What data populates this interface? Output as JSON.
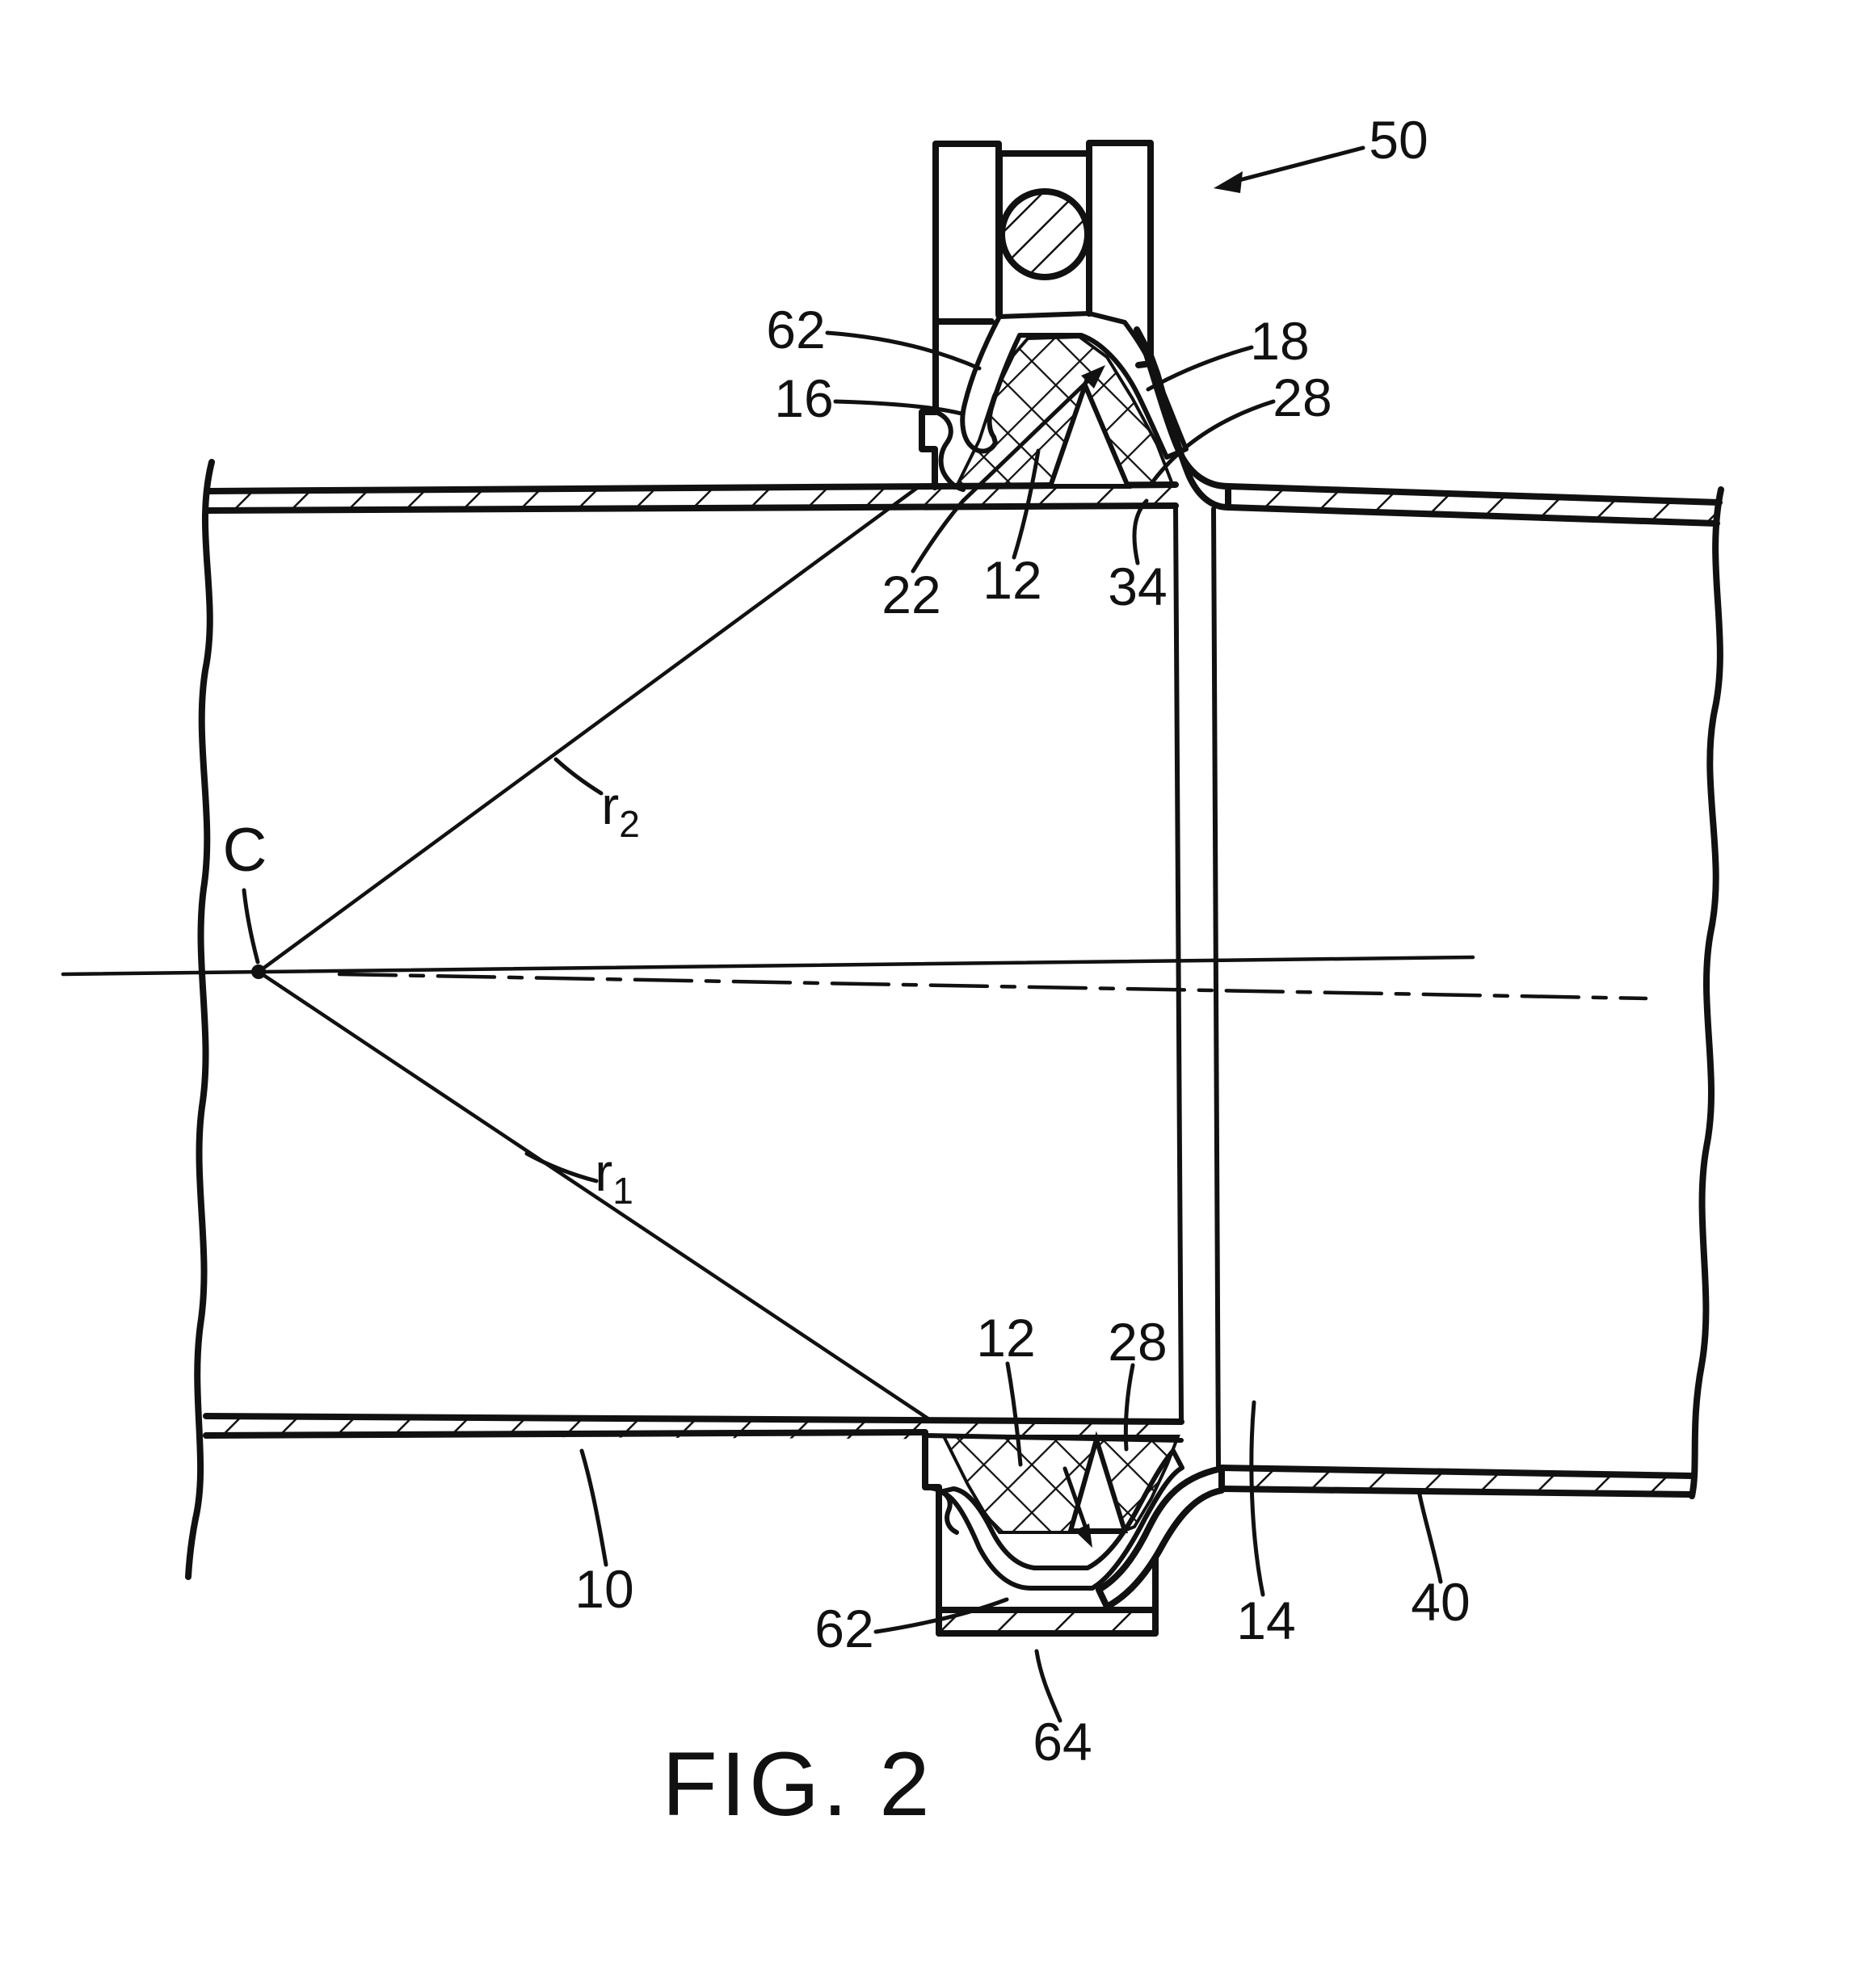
{
  "figure": {
    "caption": "FIG. 2",
    "labels": {
      "n50": "50",
      "n62_top": "62",
      "n16": "16",
      "n18": "18",
      "n28_top": "28",
      "n22": "22",
      "n12_top": "12",
      "n34": "34",
      "n12_bottom": "12",
      "n28_bottom": "28",
      "n62_bottom": "62",
      "n14": "14",
      "n40": "40",
      "n10": "10",
      "n64": "64",
      "center_point": "C",
      "r1": {
        "base": "r",
        "sub": "1"
      },
      "r2": {
        "base": "r",
        "sub": "2"
      }
    },
    "colors": {
      "ink": "#111111",
      "paper": "#ffffff"
    }
  }
}
